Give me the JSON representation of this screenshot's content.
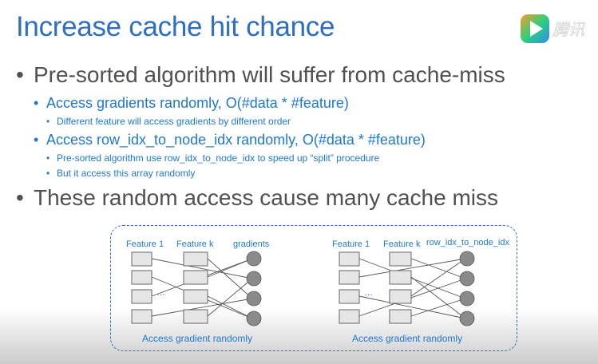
{
  "slide": {
    "title": "Increase cache hit chance",
    "logo_text": "腾讯"
  },
  "bullets": [
    {
      "level": 1,
      "text": "Pre-sorted algorithm will suffer from cache-miss"
    },
    {
      "level": 2,
      "text": "Access gradients randomly, O(#data * #feature)"
    },
    {
      "level": 3,
      "text": "Different feature will access gradients by different order"
    },
    {
      "level": 2,
      "text": "Access row_idx_to_node_idx randomly, O(#data * #feature)"
    },
    {
      "level": 3,
      "text": "Pre-sorted algorithm use row_idx_to_node_idx to speed up “split” procedure"
    },
    {
      "level": 3,
      "text": "But it access this array randomly"
    },
    {
      "level": 1,
      "text": "These random access cause many cache miss"
    }
  ],
  "figure": {
    "left": {
      "feature1_label": "Feature 1",
      "featurek_label": "Feature k",
      "target_label": "gradients",
      "ellipsis": "…",
      "caption": "Access gradient randomly"
    },
    "right": {
      "feature1_label": "Feature 1",
      "featurek_label": "Feature k",
      "target_label": "row_idx_to_node_idx",
      "ellipsis": "…",
      "caption": "Access gradient randomly"
    }
  },
  "colors": {
    "title": "#2f6fc2",
    "level1": "#505050",
    "level2": "#1f78d1",
    "box_fill": "#e6e6e6",
    "circle_fill": "#8a8a8a"
  }
}
